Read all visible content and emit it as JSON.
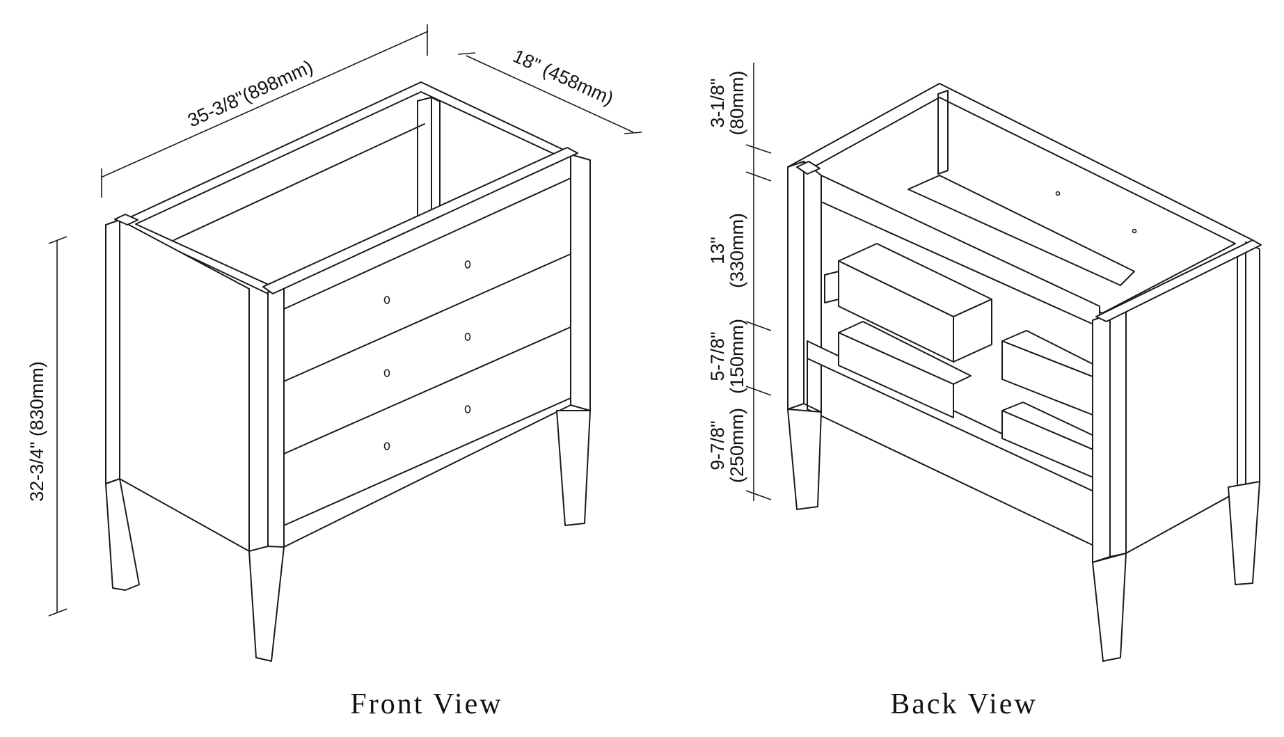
{
  "front_view": {
    "caption": "Front View",
    "dimensions": {
      "width": "35-3/8\"(898mm)",
      "depth": "18\" (458mm)",
      "height": "32-3/4\" (830mm)"
    }
  },
  "back_view": {
    "caption": "Back View",
    "dimensions": {
      "top_rail": {
        "inch": "3-1/8\"",
        "mm": "(80mm)"
      },
      "upper_drawer": {
        "inch": "13\"",
        "mm": "(330mm)"
      },
      "lower_drawer": {
        "inch": "5-7/8\"",
        "mm": "(150mm)"
      },
      "bottom": {
        "inch": "9-7/8\"",
        "mm": "(250mm)"
      }
    }
  },
  "colors": {
    "line": "#1a1a1a",
    "background": "#ffffff"
  }
}
